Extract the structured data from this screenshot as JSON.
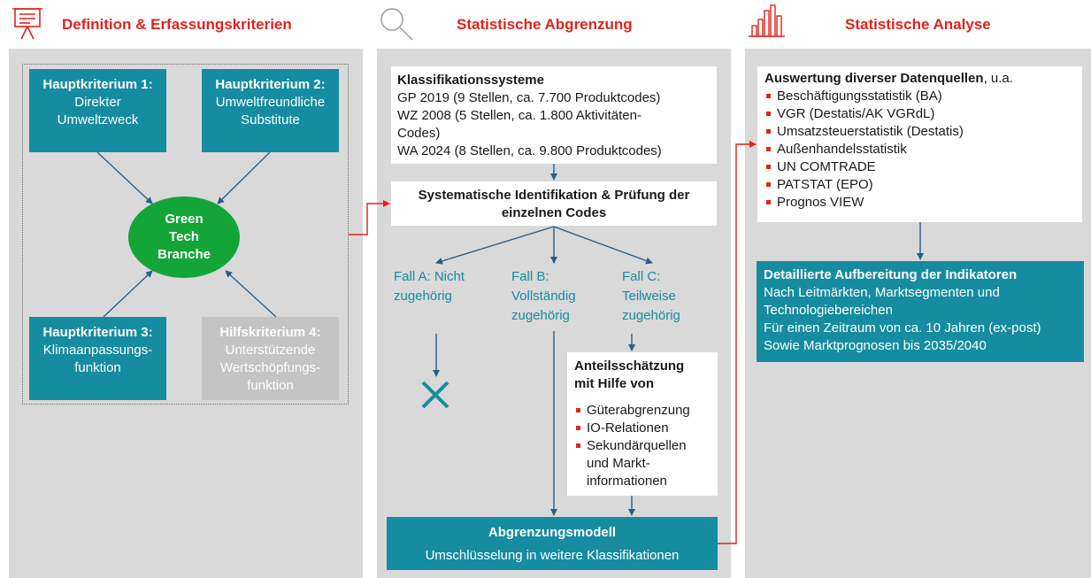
{
  "headers": {
    "col1": "Definition & Erfassungskriterien",
    "col2": "Statistische Abgrenzung",
    "col3": "Statistische Analyse"
  },
  "criteria": {
    "k1_title": "Hauptkriterium 1:",
    "k1_l1": "Direkter",
    "k1_l2": "Umweltzweck",
    "k2_title": "Hauptkriterium 2:",
    "k2_l1": "Umweltfreundliche",
    "k2_l2": "Substitute",
    "k3_title": "Hauptkriterium 3:",
    "k3_l1": "Klimaanpassungs-",
    "k3_l2": "funktion",
    "k4_title": "Hilfskriterium 4:",
    "k4_l1": "Unterstützende",
    "k4_l2": "Wertschöpfungs-",
    "k4_l3": "funktion",
    "center_l1": "Green",
    "center_l2": "Tech",
    "center_l3": "Branche"
  },
  "classification": {
    "title": "Klassifikationssysteme",
    "l1": "GP 2019 (9 Stellen, ca. 7.700 Produktcodes)",
    "l2": "WZ 2008 (5 Stellen, ca. 1.800 Aktivitäten-",
    "l3": "Codes)",
    "l4": "WA 2024 (8 Stellen, ca. 9.800 Produktcodes)"
  },
  "identification": {
    "l1": "Systematische Identifikation & Prüfung der",
    "l2": "einzelnen Codes"
  },
  "cases": {
    "a1": "Fall A: Nicht",
    "a2": "zugehörig",
    "b1": "Fall B:",
    "b2": "Vollständig",
    "b3": "zugehörig",
    "c1": "Fall C:",
    "c2": "Teilweise",
    "c3": "zugehörig"
  },
  "estimation": {
    "title1": "Anteilsschätzung",
    "title2": "mit Hilfe von",
    "items": [
      "Güterabgrenzung",
      "IO-Relationen",
      "Sekundärquellen",
      "und Markt-",
      "informationen"
    ]
  },
  "model": {
    "title": "Abgrenzungsmodell",
    "sub": "Umschlüsselung in weitere Klassifikationen"
  },
  "analysis": {
    "title_bold": "Auswertung diverser Datenquellen",
    "title_rest": ", u.a.",
    "items": [
      "Beschäftigungsstatistik (BA)",
      "VGR (Destatis/AK VGRdL)",
      "Umsatzsteuerstatistik (Destatis)",
      "Außenhandelsstatistik",
      "UN COMTRADE",
      "PATSTAT (EPO)",
      "Prognos VIEW"
    ]
  },
  "indicators": {
    "title": "Detaillierte Aufbereitung der Indikatoren",
    "l1": "Nach Leitmärkten, Marktsegmenten und",
    "l2": "Technologiebereichen",
    "l3": "Für einen Zeitraum von ca. 10 Jahren (ex-post)",
    "l4": "Sowie Marktprognosen bis 2035/2040"
  },
  "icons": {
    "col1": "presentation-board-icon",
    "col2": "magnifier-icon",
    "col3": "bar-chart-icon"
  },
  "colors": {
    "accent_red": "#e2231a",
    "teal": "#168ca0",
    "green": "#13a538",
    "panel_gray": "#d9d9d9"
  }
}
